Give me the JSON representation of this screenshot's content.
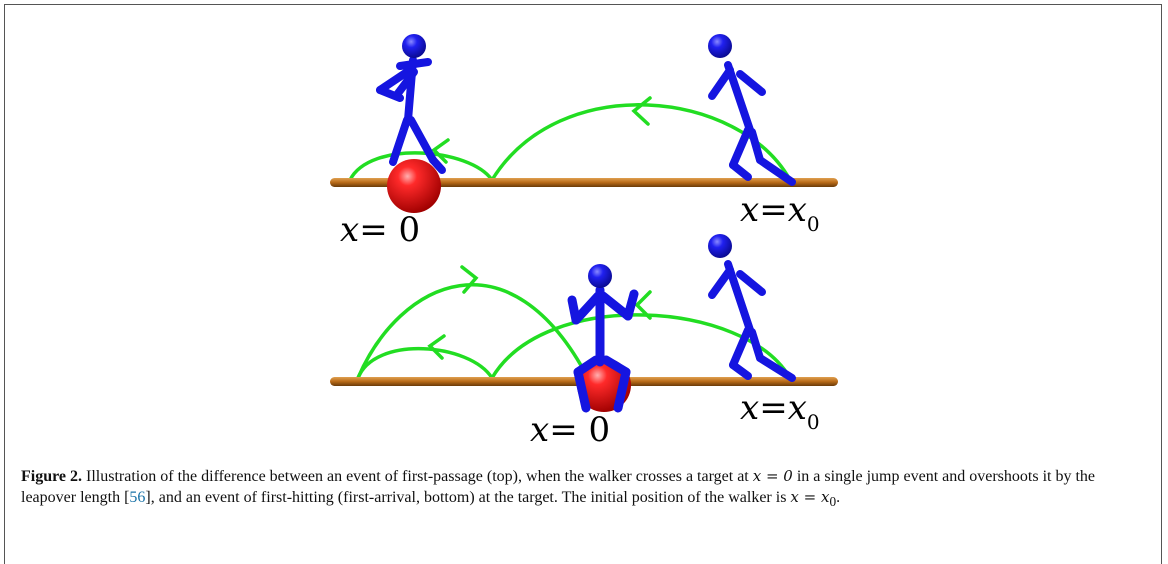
{
  "figure": {
    "labels": {
      "top_left_var": "x",
      "top_left_val": "= 0",
      "top_right_var": "x",
      "top_right_eq": "=",
      "top_right_x": "x",
      "top_right_sub": "0",
      "bottom_left_var": "x",
      "bottom_left_val": "= 0",
      "bottom_right_var": "x",
      "bottom_right_eq": "=",
      "bottom_right_x": "x",
      "bottom_right_sub": "0"
    },
    "colors": {
      "walker": "#1515e0",
      "target": "#e01010",
      "jump_path": "#22dd22",
      "line": "#c87a20"
    },
    "icons": [
      "walker-figure",
      "target-sphere",
      "jump-arc-arrow"
    ]
  },
  "caption": {
    "figure_label": "Figure 2.",
    "part1": " Illustration of the difference between an event of first-passage (top), when the walker crosses a target at ",
    "math1": "x = 0",
    "part2": " in a single jump event and overshoots it by the leapover length [",
    "ref": "56",
    "part3": "], and an event of first-hitting (first-arrival, bottom) at the target. The initial position of the walker is ",
    "math2": "x = x",
    "math2_sub": "0",
    "part4": "."
  }
}
